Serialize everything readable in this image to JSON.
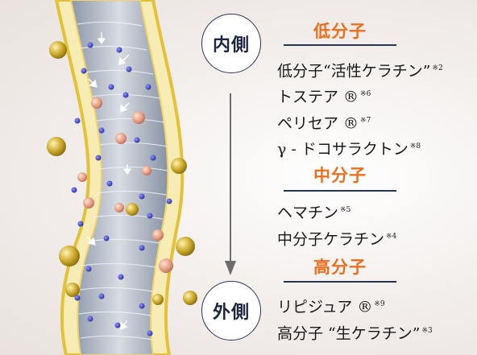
{
  "labels": {
    "inner": "内側",
    "outer": "外側"
  },
  "sections": [
    {
      "heading": "低分子",
      "items": [
        {
          "name": "低分子“活性ケラチン”",
          "note": "※2"
        },
        {
          "name": "トステア ®",
          "note": "※6"
        },
        {
          "name": "ペリセア ®",
          "note": "※7"
        },
        {
          "name": "γ - ドコサラクトン",
          "note": "※8"
        }
      ]
    },
    {
      "heading": "中分子",
      "items": [
        {
          "name": "ヘマチン",
          "note": "※5"
        },
        {
          "name": "中分子ケラチン",
          "note": "※4"
        }
      ]
    },
    {
      "heading": "高分子",
      "items": [
        {
          "name": "リピジュア ®",
          "note": "※9"
        },
        {
          "name": "高分子 “生ケラチン”",
          "note": "※3"
        }
      ]
    }
  ],
  "colors": {
    "accent": "#e8701e",
    "navy": "#2c3550",
    "gold": "#e3c13a"
  }
}
